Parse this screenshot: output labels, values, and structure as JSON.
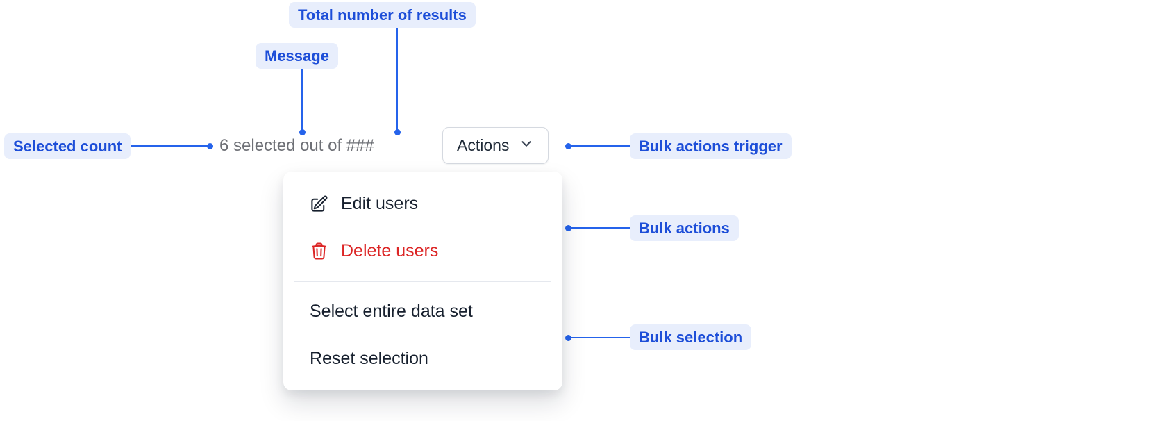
{
  "annotations": {
    "selected_count": {
      "label": "Selected count"
    },
    "message": {
      "label": "Message"
    },
    "total_results": {
      "label": "Total number of results"
    },
    "bulk_actions_trigger": {
      "label": "Bulk actions trigger"
    },
    "bulk_actions": {
      "label": "Bulk actions"
    },
    "bulk_selection": {
      "label": "Bulk selection"
    }
  },
  "bulk_bar": {
    "message": "6 selected out of ###",
    "actions_button": {
      "label": "Actions",
      "icon": "chevron-down-icon"
    }
  },
  "menu": {
    "items": [
      {
        "label": "Edit users",
        "icon": "edit-icon",
        "tone": "default"
      },
      {
        "label": "Delete users",
        "icon": "trash-icon",
        "tone": "destructive"
      },
      {
        "label": "Select entire data set",
        "icon": null,
        "tone": "default"
      },
      {
        "label": "Reset selection",
        "icon": null,
        "tone": "default"
      }
    ]
  },
  "colors": {
    "annotation_text": "#1d4ed8",
    "annotation_bg": "#e8eefc",
    "connector": "#2563eb",
    "message_text": "#6e7076",
    "menu_text": "#17202e",
    "destructive": "#dc2626",
    "button_border": "#d5d9e0"
  }
}
